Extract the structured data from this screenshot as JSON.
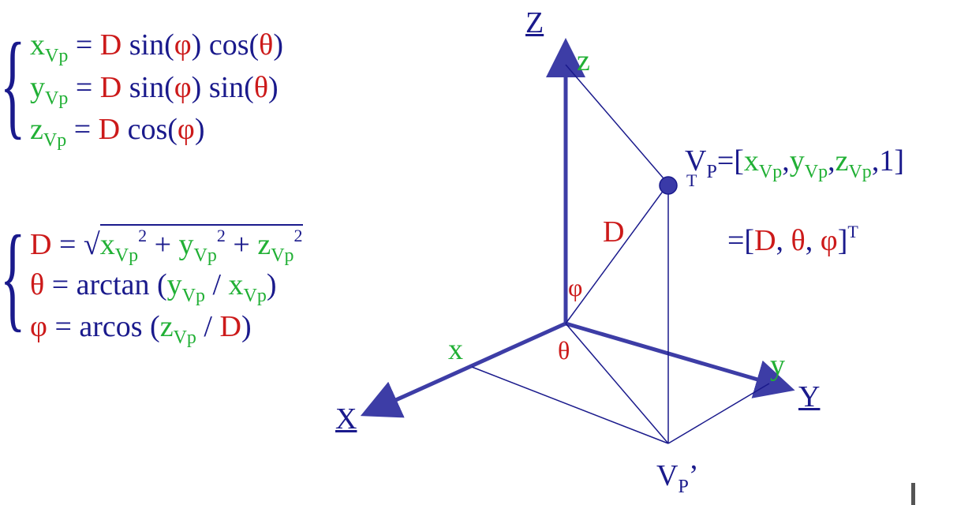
{
  "system1": {
    "brace": "{",
    "row1": {
      "var": "x",
      "sub": "Vp",
      "eq": " = ",
      "d": "D",
      "f1": " sin(",
      "phi": "φ",
      "f2": ") cos(",
      "theta": "θ",
      "close": ")"
    },
    "row2": {
      "var": "y",
      "sub": "Vp",
      "eq": " = ",
      "d": "D",
      "f1": " sin(",
      "phi": "φ",
      "f2": ") sin(",
      "theta": "θ",
      "close": ")"
    },
    "row3": {
      "var": "z",
      "sub": "Vp",
      "eq": " = ",
      "d": "D",
      "f1": " cos(",
      "phi": "φ",
      "close": ")"
    }
  },
  "system2": {
    "brace": "{",
    "row1": {
      "d": "D",
      "eq": " = ",
      "sqrt": "√",
      "x": "x",
      "xsub": "Vp",
      "xsup": "2",
      "plus1": " + ",
      "y": "y",
      "ysub": "Vp",
      "ysup": "2",
      "plus2": " + ",
      "z": "z",
      "zsub": "Vp",
      "zsup": "2"
    },
    "row2": {
      "theta": "θ",
      "eq": " = arctan (",
      "y": "y",
      "ysub": "Vp",
      "slash": " / ",
      "x": "x",
      "xsub": "Vp",
      "close": ")"
    },
    "row3": {
      "phi": "φ",
      "eq": " = arcos (",
      "z": "z",
      "zsub": "Vp",
      "slash": " / ",
      "d": "D",
      "close": ")"
    }
  },
  "diagram": {
    "axis_Z": "Z",
    "axis_X": "X",
    "axis_Y": "Y",
    "proj_z": "z",
    "proj_x": "x",
    "proj_y": "y",
    "label_D": "D",
    "label_phi": "φ",
    "label_theta": "θ",
    "point": {
      "V": "V",
      "sub": "P",
      "T": "T",
      "eq": "=[",
      "x": "x",
      "xsub": "Vp",
      "c1": ",",
      "y": "y",
      "ysub": "Vp",
      "c2": ",",
      "z": "z",
      "zsub": "Vp",
      "end": ",1]"
    },
    "point2": {
      "eq": "=[",
      "d": "D",
      "c1": ", ",
      "theta": "θ",
      "c2": ", ",
      "phi": "φ",
      "end": "]",
      "sup": "T"
    },
    "projection": {
      "V": "V",
      "sub": "P",
      "prime": "’"
    }
  },
  "colors": {
    "blue": "#1a1a8c",
    "axis": "#3d3da6",
    "green": "#21b035",
    "red": "#cc1a1a",
    "point": "#3a3aa8"
  }
}
